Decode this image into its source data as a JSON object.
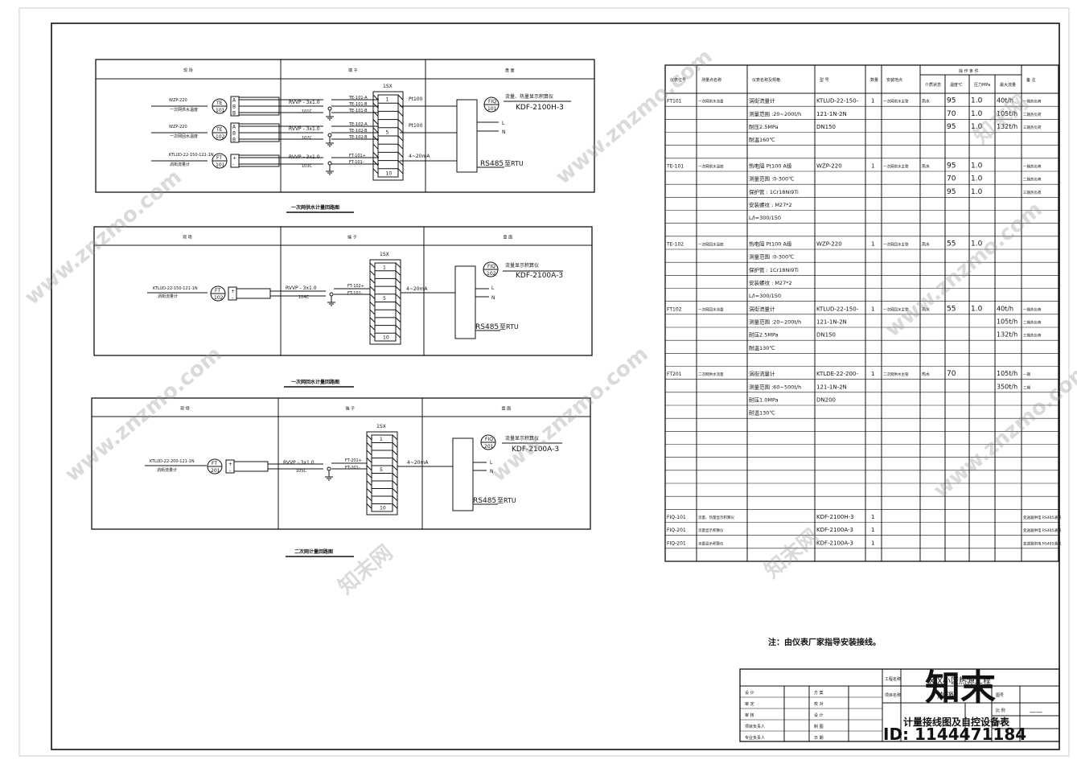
{
  "diagram1": {
    "tb": "1SX",
    "label": "一次网供水计量回路图",
    "inst": [
      {
        "model": "WZP-220",
        "desc": "一次网供水温度",
        "tag1": "TE",
        "tag2": "101",
        "pins": [
          "A",
          "B",
          "B"
        ],
        "cable": "RVVP - 3x1.0",
        "cno": "101C",
        "wires": [
          "TE-101-A",
          "TE-101-B",
          "TE-101-B"
        ],
        "num": "1",
        "sig": "Pt100"
      },
      {
        "model": "WZP-220",
        "desc": "一次网回水温度",
        "tag1": "TE",
        "tag2": "102",
        "pins": [
          "A",
          "B",
          "B"
        ],
        "cable": "RVVP - 3x1.0",
        "cno": "102C",
        "wires": [
          "TE-102-A",
          "TE-102-B",
          "TE-102-B"
        ],
        "num": "5",
        "sig": "Pt100"
      },
      {
        "model": "KTLUD-22-150-121-1N",
        "desc": "涡街流量计",
        "tag1": "FT",
        "tag2": "101",
        "pins": [
          "+",
          "-"
        ],
        "cable": "RVVP - 3x1.0",
        "cno": "103C",
        "wires": [
          "FT-101+",
          "FT-101-"
        ],
        "num": "10",
        "sig": "4~20mA"
      }
    ],
    "cab_title": "流量、热量显示积算仪",
    "cab_model": "KDF-2100H-3",
    "fiq": [
      "FIQ",
      "101"
    ],
    "ln": [
      "L",
      "N"
    ],
    "rs": "RS485",
    "rtu": "至RTU"
  },
  "diagram2": {
    "tb": "1SX",
    "label": "一次网回水计量回路图",
    "inst": {
      "model": "KTLUD-22-150-121-1N",
      "desc": "涡街流量计",
      "tag1": "FT",
      "tag2": "102",
      "pins": [
        "+",
        "-"
      ],
      "cable": "RVVP - 3x1.0",
      "cno": "104C",
      "wires": [
        "FT-102+",
        "FT-102-"
      ],
      "nums": [
        "1",
        "5",
        "10"
      ],
      "sig": "4~20mA"
    },
    "cab_title": "流量显示积算仪",
    "cab_model": "KDF-2100A-3",
    "fiq": [
      "FIQ",
      "102"
    ],
    "ln": [
      "L",
      "N"
    ],
    "rs": "RS485",
    "rtu": "至RTU"
  },
  "diagram3": {
    "tb": "1SX",
    "label": "二次网计量回路图",
    "inst": {
      "model": "KTLUD-22-200-121-1N",
      "desc": "涡街流量计",
      "tag1": "FT",
      "tag2": "201",
      "pins": [
        "+",
        "-"
      ],
      "cable": "RVVP - 3x1.0",
      "cno": "105C",
      "wires": [
        "FT-201+",
        "FT-201-"
      ],
      "nums": [
        "1",
        "5",
        "10"
      ],
      "sig": "4~20mA"
    },
    "cab_title": "流量显示积算仪",
    "cab_model": "KDF-2100A-3",
    "fiq": [
      "FIQ",
      "201"
    ],
    "ln": [
      "L",
      "N"
    ],
    "rs": "RS485",
    "rtu": "至RTU"
  },
  "headers": [
    "现  场",
    "端  子",
    "盘  面"
  ],
  "table": {
    "headers": [
      "仪表位号",
      "测量点名称",
      "仪表名称及规格",
      "型  号",
      "数量",
      "安装地点",
      "介质状态",
      "温度℃",
      "压力MPa",
      "最大流量",
      "备  注"
    ],
    "group_header": "操  作  条  件",
    "rows": [
      [
        "FT101",
        "一次网供水流量",
        "涡街流量计",
        "KTLUD-22-150-",
        "1",
        "一次网供水主管",
        "热水",
        "95",
        "1.0",
        "40t/h",
        "一期热负荷"
      ],
      [
        "",
        "",
        "测量范围 :20~200t/h",
        "121-1N-2N",
        "",
        "",
        "",
        "70",
        "1.0",
        "105t/h",
        "二期热负荷"
      ],
      [
        "",
        "",
        "耐压2.5MPa",
        "DN150",
        "",
        "",
        "",
        "95",
        "1.0",
        "132t/h",
        "三期热负荷"
      ],
      [
        "",
        "",
        "耐温160℃",
        "",
        "",
        "",
        "",
        "",
        "",
        "",
        ""
      ],
      [
        "",
        "",
        "",
        "",
        "",
        "",
        "",
        "",
        "",
        "",
        ""
      ],
      [
        "TE-101",
        "一次网供水温度",
        "热电阻  Pt100 A级",
        "WZP-220",
        "1",
        "一次网供水主管",
        "热水",
        "95",
        "1.0",
        "",
        "一期热负荷"
      ],
      [
        "",
        "",
        "测量范围 :0-300℃",
        "",
        "",
        "",
        "",
        "70",
        "1.0",
        "",
        "二期热负荷"
      ],
      [
        "",
        "",
        "保护管 : 1Cr18Ni9Ti",
        "",
        "",
        "",
        "",
        "95",
        "1.0",
        "",
        "三期热负荷"
      ],
      [
        "",
        "",
        "安装螺纹 : M27*2",
        "",
        "",
        "",
        "",
        "",
        "",
        "",
        ""
      ],
      [
        "",
        "",
        "L/l=300/150",
        "",
        "",
        "",
        "",
        "",
        "",
        "",
        ""
      ],
      [
        "",
        "",
        "",
        "",
        "",
        "",
        "",
        "",
        "",
        "",
        ""
      ],
      [
        "TE-102",
        "一次网回水温度",
        "热电阻  Pt100 A级",
        "WZP-220",
        "1",
        "一次网回水主管",
        "热水",
        "55",
        "1.0",
        "",
        ""
      ],
      [
        "",
        "",
        "测量范围 :0-300℃",
        "",
        "",
        "",
        "",
        "",
        "",
        "",
        ""
      ],
      [
        "",
        "",
        "保护管 : 1Cr18Ni9Ti",
        "",
        "",
        "",
        "",
        "",
        "",
        "",
        ""
      ],
      [
        "",
        "",
        "安装螺纹 : M27*2",
        "",
        "",
        "",
        "",
        "",
        "",
        "",
        ""
      ],
      [
        "",
        "",
        "L/l=300/150",
        "",
        "",
        "",
        "",
        "",
        "",
        "",
        ""
      ],
      [
        "FT102",
        "一次网回水流量",
        "涡街流量计",
        "KTLUD-22-150-",
        "1",
        "一次网回水主管",
        "热水",
        "55",
        "1.0",
        "40t/h",
        "一期热负荷"
      ],
      [
        "",
        "",
        "测量范围 :20~200t/h",
        "121-1N-2N",
        "",
        "",
        "",
        "",
        "",
        "105t/h",
        "二期热负荷"
      ],
      [
        "",
        "",
        "耐压2.5MPa",
        "DN150",
        "",
        "",
        "",
        "",
        "",
        "132t/h",
        "三期热负荷"
      ],
      [
        "",
        "",
        "耐温130℃",
        "",
        "",
        "",
        "",
        "",
        "",
        "",
        ""
      ],
      [
        "",
        "",
        "",
        "",
        "",
        "",
        "",
        "",
        "",
        "",
        ""
      ],
      [
        "FT201",
        "二次网供水流量",
        "涡街流量计",
        "KTLDE-22-200-",
        "1",
        "二次网供水主管",
        "热水",
        "70",
        "",
        "105t/h",
        "一期"
      ],
      [
        "",
        "",
        "测量范围 :60~500t/h",
        "121-1N-2N",
        "",
        "",
        "",
        "",
        "",
        "350t/h",
        "二期"
      ],
      [
        "",
        "",
        "耐压1.0MPa",
        "DN200",
        "",
        "",
        "",
        "",
        "",
        "",
        ""
      ],
      [
        "",
        "",
        "耐温130℃",
        "",
        "",
        "",
        "",
        "",
        "",
        "",
        ""
      ],
      [
        "",
        "",
        "",
        "",
        "",
        "",
        "",
        "",
        "",
        "",
        ""
      ],
      [
        "",
        "",
        "",
        "",
        "",
        "",
        "",
        "",
        "",
        "",
        ""
      ],
      [
        "",
        "",
        "",
        "",
        "",
        "",
        "",
        "",
        "",
        "",
        ""
      ],
      [
        "",
        "",
        "",
        "",
        "",
        "",
        "",
        "",
        "",
        "",
        ""
      ],
      [
        "",
        "",
        "",
        "",
        "",
        "",
        "",
        "",
        "",
        "",
        ""
      ],
      [
        "",
        "",
        "",
        "",
        "",
        "",
        "",
        "",
        "",
        "",
        ""
      ],
      [
        "",
        "",
        "",
        "",
        "",
        "",
        "",
        "",
        "",
        "",
        ""
      ],
      [
        "FIQ-101",
        "流量、热量显示积算仪",
        "",
        "KDF-2100H-3",
        "1",
        "",
        "",
        "",
        "",
        "",
        "变送器供电 RS485通讯"
      ],
      [
        "FIQ-201",
        "流量显示积算仪",
        "",
        "KDF-2100A-3",
        "1",
        "",
        "",
        "",
        "",
        "",
        "变送器供电 RS485通讯"
      ],
      [
        "FIQ-201",
        "流量显示积算仪",
        "",
        "KDF-2100A-3",
        "1",
        "",
        "",
        "",
        "",
        "",
        "变送器供电 RS485通讯"
      ],
      [
        "",
        "",
        "",
        "",
        "",
        "",
        "",
        "",
        "",
        "",
        ""
      ]
    ]
  },
  "note": "注：由仪表厂家指导安装接线。",
  "title_block": {
    "proj_lbl": "工程名称",
    "proj": "X X小区热源工程",
    "sub_lbl": "项目名称",
    "sub": "热 源",
    "draw_title": "计量接线图及自控设备表",
    "left_rows": [
      [
        "设  计",
        "方  案"
      ],
      [
        "审  定",
        "校  对"
      ],
      [
        "审  核",
        "设  计"
      ],
      [
        "项目负责人",
        "制  图"
      ],
      [
        "专业负责人",
        "日  期"
      ]
    ],
    "r_lbls": [
      "图号",
      "比  例",
      "图  别"
    ],
    "dash": "——"
  },
  "watermark": {
    "brand": "知末",
    "id": "ID: 1144471184",
    "site": "www.znzmo.com",
    "cn": "知末网"
  }
}
